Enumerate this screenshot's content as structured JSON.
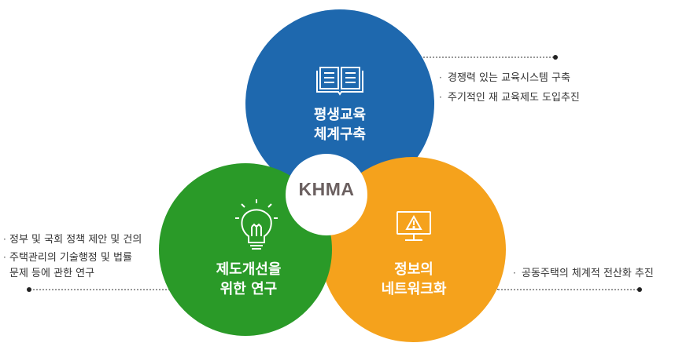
{
  "center": {
    "label": "KHMA"
  },
  "circles": {
    "top": {
      "icon": "book-icon",
      "color": "#1e68ae",
      "line1": "평생교육",
      "line2": "체계구축"
    },
    "left": {
      "icon": "lightbulb-icon",
      "color": "#2a9a28",
      "line1": "제도개선을",
      "line2": "위한 연구"
    },
    "right": {
      "icon": "monitor-warning-icon",
      "color": "#f5a21c",
      "line1": "정보의",
      "line2": "네트워크화"
    }
  },
  "notes": {
    "top": [
      "경쟁력 있는 교육시스템 구축",
      "주기적인 재 교육제도 도입추진"
    ],
    "left": [
      "정부 및 국회 정책 제안 및 건의",
      "주택관리의 기술행정 및 법률",
      "문제 등에 관한 연구"
    ],
    "right": [
      "공동주택의 체계적 전산화 추진"
    ]
  },
  "bullet": "·"
}
